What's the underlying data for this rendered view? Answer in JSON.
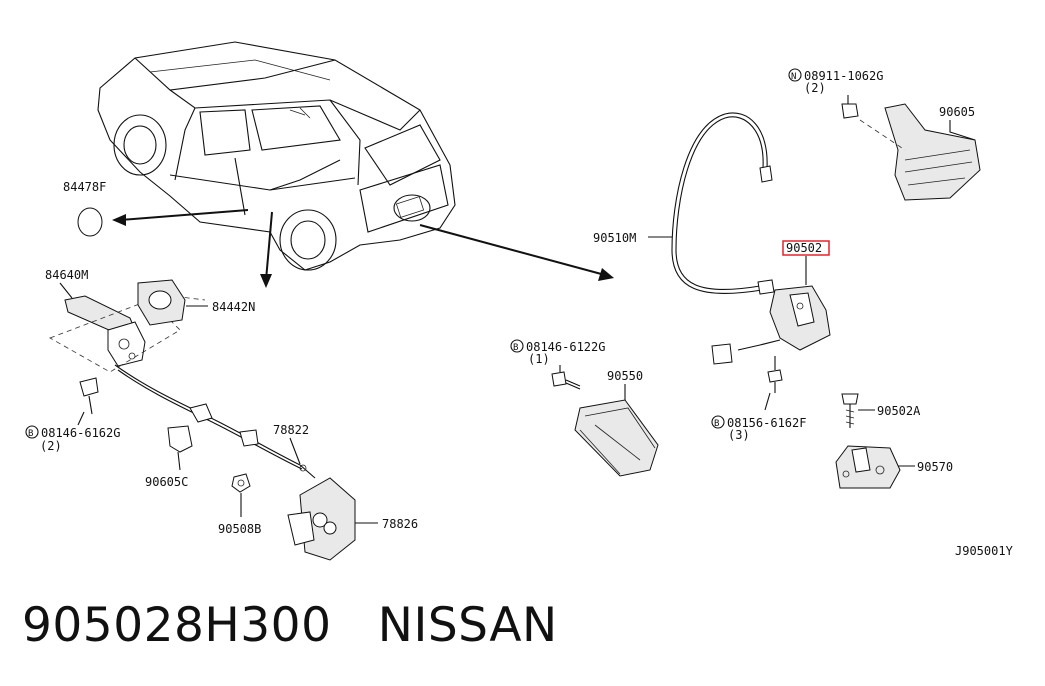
{
  "footer": {
    "part_number": "905028H300",
    "brand": "NISSAN"
  },
  "diagram_code": "J905001Y",
  "highlight_color": "#e8202a",
  "labels": {
    "l84478f": "84478F",
    "l84640m": "84640M",
    "l84442n": "84442N",
    "b08146_6162g": "08146-6162G",
    "b08146_6162g_qty": "(2)",
    "l90605c": "90605C",
    "l78822": "78822",
    "l90508b": "90508B",
    "l78826": "78826",
    "b08146_6122g": "08146-6122G",
    "b08146_6122g_qty": "(1)",
    "l90550": "90550",
    "l90510m": "90510M",
    "l90502_highlight": "90502",
    "b08156_6162f": "08156-6162F",
    "b08156_6162f_qty": "(3)",
    "l90502a": "90502A",
    "l90570": "90570",
    "n08911_1062g": "08911-1062G",
    "n08911_1062g_qty": "(2)",
    "l90605": "90605",
    "circle_b": "B",
    "circle_n": "N"
  }
}
